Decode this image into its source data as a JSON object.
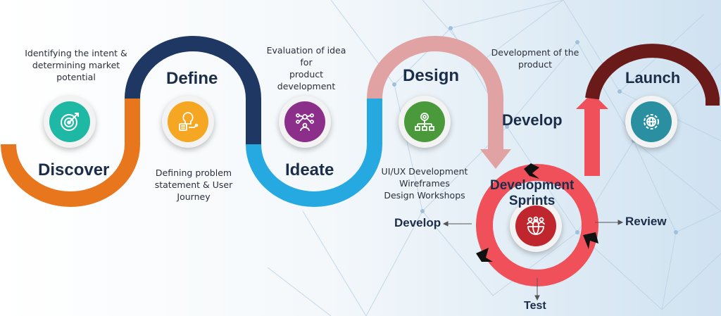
{
  "stages": {
    "discover": {
      "label": "Discover",
      "description": "Identifying the intent &\ndetermining market\npotential",
      "color": "#e8761c",
      "icon": "target-icon"
    },
    "define": {
      "label": "Define",
      "description": "Defining problem\nstatement & User\nJourney",
      "color": "#1f3763",
      "icon": "lightbulb-icon"
    },
    "ideate": {
      "label": "Ideate",
      "description": "Evaluation of idea for\nproduct development",
      "color": "#25a9e0",
      "icon": "network-person-icon"
    },
    "design": {
      "label": "Design",
      "description": "UI/UX Development\nWireframes\nDesign Workshops",
      "color": "#e0a2a2",
      "icon": "hierarchy-icon"
    },
    "develop": {
      "label": "Develop",
      "description": "Development of the\nproduct",
      "color": "#1f3763"
    },
    "sprints": {
      "label": "Development\nSprints",
      "color": "#f0505a",
      "icon": "team-globe-icon"
    },
    "launch": {
      "label": "Launch",
      "color": "#6b1a1a",
      "icon": "gear-globe-icon"
    }
  },
  "cycle": {
    "develop_label": "Develop",
    "review_label": "Review",
    "test_label": "Test"
  },
  "icon_colors": {
    "discover": "#1fb8a5",
    "define": "#f5a623",
    "ideate": "#8b2f8b",
    "design": "#4a9a3c",
    "sprints": "#c0262d",
    "launch": "#2a8fa0"
  }
}
